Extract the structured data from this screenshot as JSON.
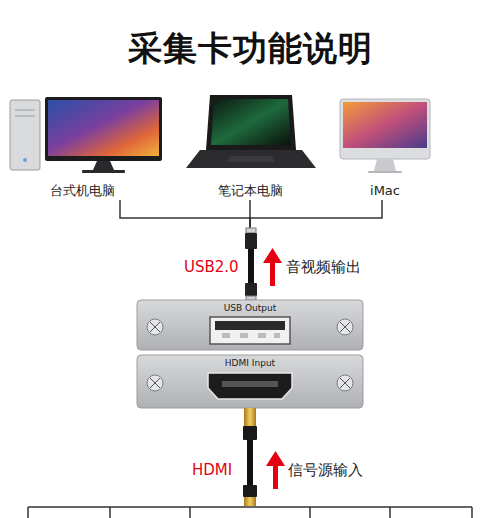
{
  "diagram": {
    "title": "采集卡功能说明",
    "nodes": [
      {
        "text": [
          "台式机电脑"
        ]
      },
      {
        "text": [
          "笔记本电脑"
        ]
      },
      {
        "text": [
          "iMac"
        ]
      },
      {
        "text": [
          "USB Output"
        ]
      },
      {
        "text": [
          "HDMI Input"
        ]
      }
    ],
    "edges": [
      {
        "from": 3,
        "to": 0,
        "arrow": "none"
      },
      {
        "from": 3,
        "to": 1,
        "arrow": "none"
      },
      {
        "from": 3,
        "to": 2,
        "arrow": "none"
      }
    ],
    "labels": [
      "USB2.0",
      "音视频输出",
      "HDMI",
      "信号源输入"
    ]
  }
}
